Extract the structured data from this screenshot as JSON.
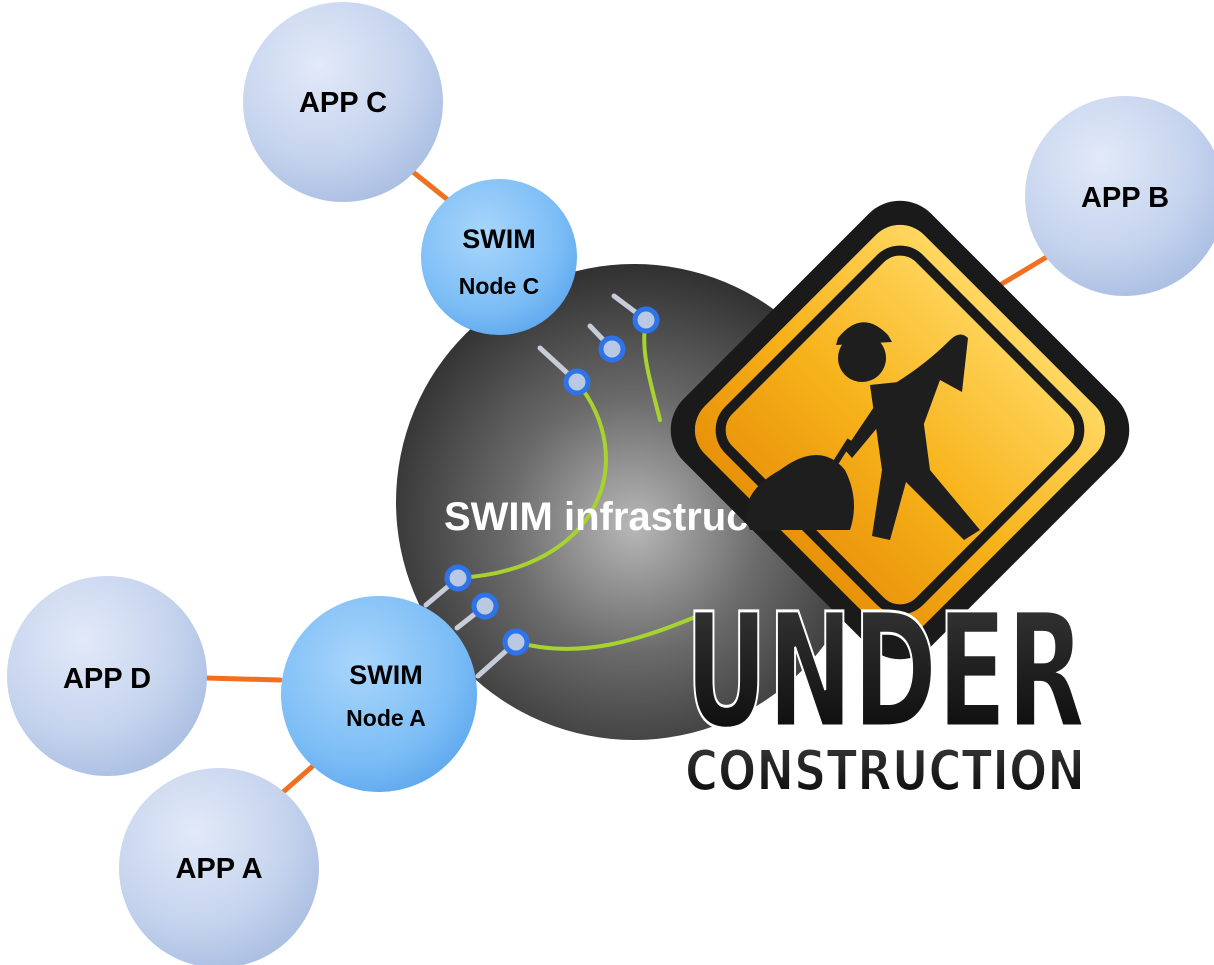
{
  "infrastructure": {
    "label": "SWIM infrastructure"
  },
  "swim_nodes": [
    {
      "id": "node-c",
      "line1": "SWIM",
      "line2": "Node C"
    },
    {
      "id": "node-a",
      "line1": "SWIM",
      "line2": "Node A"
    }
  ],
  "apps": [
    {
      "id": "app-c",
      "label": "APP C"
    },
    {
      "id": "app-b",
      "label": "APP B"
    },
    {
      "id": "app-d",
      "label": "APP D"
    },
    {
      "id": "app-a",
      "label": "APP A"
    }
  ],
  "sign": {
    "line1": "UNDER",
    "line2": "CONSTRUCTION",
    "icon": "worker-shoveling-icon"
  },
  "colors": {
    "app_fill": "#c4d3ec",
    "node_fill": "#79bdf7",
    "infra_fill": "#404040",
    "app_link": "#f07020",
    "internal_link": "#c6ccd8",
    "channel": "#a8d230",
    "port": "#3a7ff0",
    "sign_yellow": "#f7b21a",
    "sign_text": "#111111"
  }
}
